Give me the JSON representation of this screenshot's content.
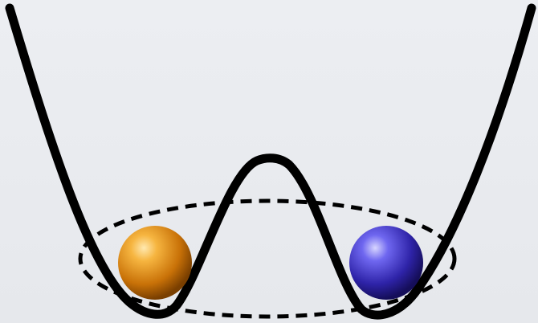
{
  "diagram": {
    "kind": "double-well-potential",
    "elements": [
      {
        "name": "potential-curve",
        "color": "#000000"
      },
      {
        "name": "orbit-ellipse",
        "style": "dashed",
        "color": "#000000"
      },
      {
        "name": "orange-ball",
        "color": "#e08a10"
      },
      {
        "name": "blue-ball",
        "color": "#3a2fc0"
      }
    ]
  }
}
